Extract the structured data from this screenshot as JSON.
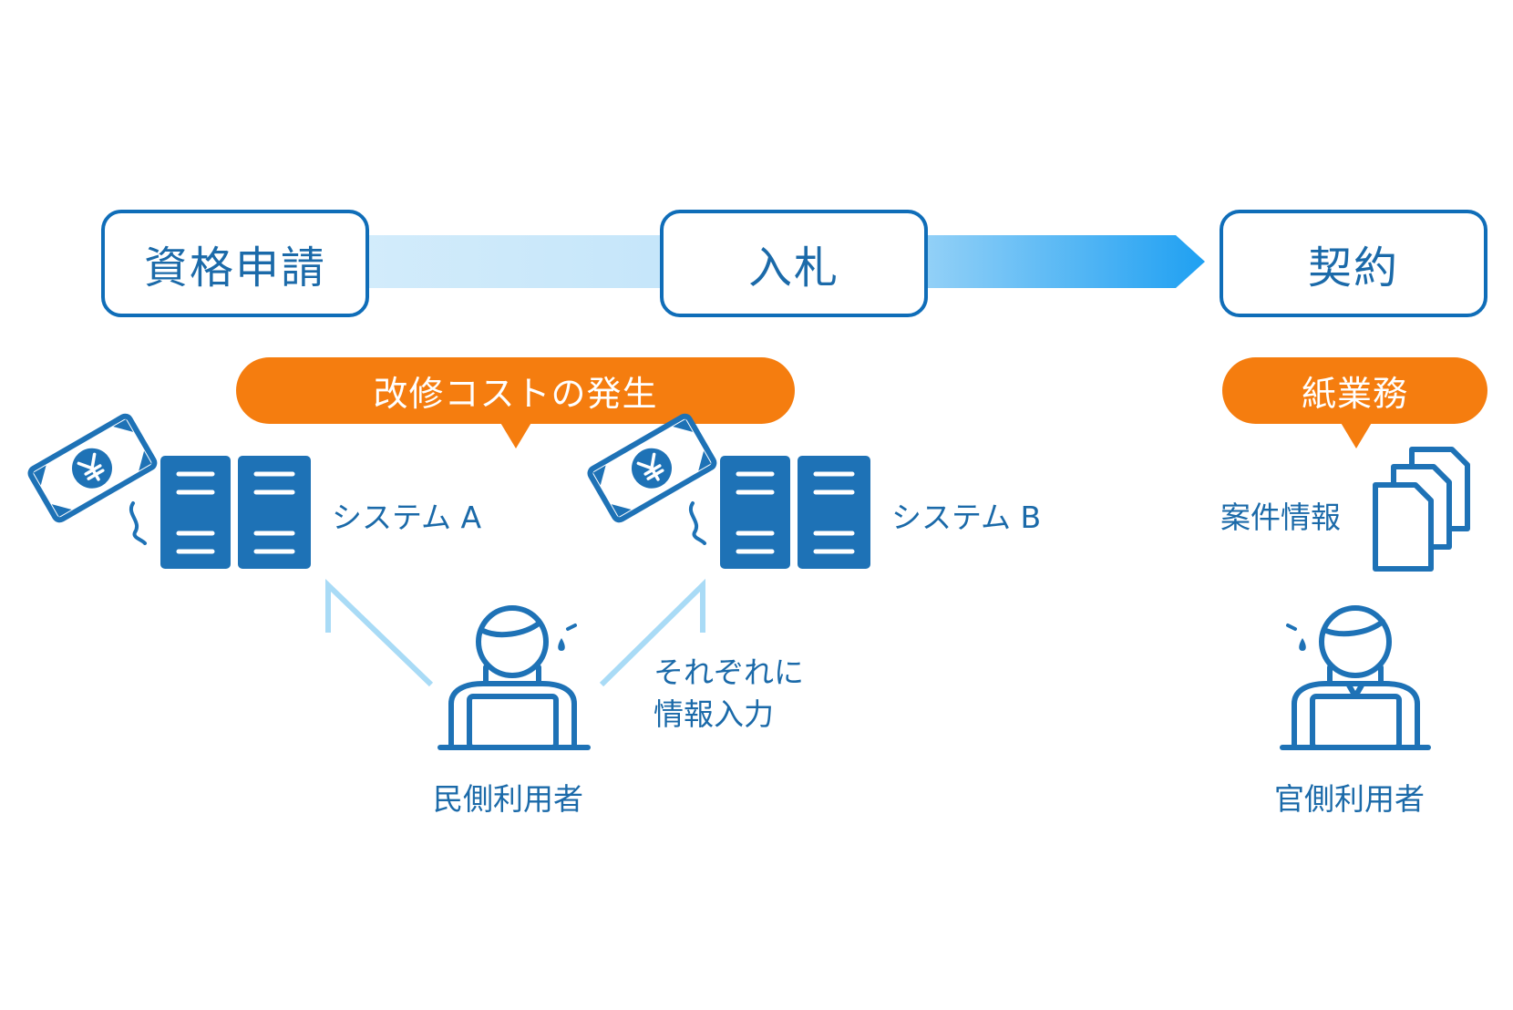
{
  "stages": [
    {
      "label": "資格申請"
    },
    {
      "label": "入札"
    },
    {
      "label": "契約"
    }
  ],
  "callouts": {
    "cost": "改修コストの発生",
    "paper": "紙業務"
  },
  "systems": {
    "a": "システム A",
    "b": "システム B"
  },
  "documents_label": "案件情報",
  "input_note": [
    "それぞれに",
    "情報入力"
  ],
  "users": {
    "private": "民側利用者",
    "government": "官側利用者"
  },
  "colors": {
    "primary": "#0f6db8",
    "server": "#1e72b6",
    "text": "#1b6aa9",
    "accent": "#f57d0f",
    "flow_light": "#cbe8fa",
    "flow_dark": "#1fa0f2"
  },
  "icons": [
    "yen-bill-icon",
    "server-icon",
    "person-laptop-icon",
    "documents-icon",
    "sweat-drop-icon"
  ]
}
